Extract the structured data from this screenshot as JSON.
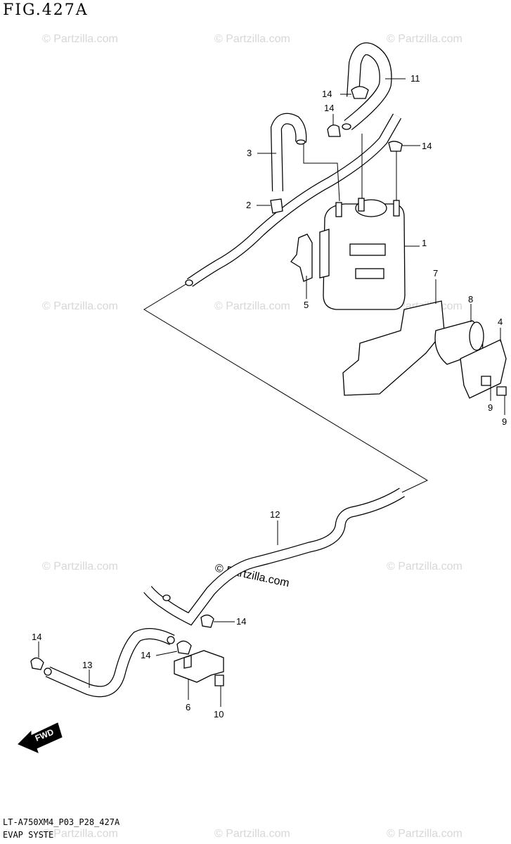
{
  "figure": {
    "title": "FIG.427A",
    "code": "LT-A750XM4_P03_P28_427A",
    "system": "EVAP SYSTE"
  },
  "watermark": {
    "text": "Partzilla.com",
    "main_text": "© Partzilla.com"
  },
  "callouts": [
    {
      "id": "1",
      "label": "1"
    },
    {
      "id": "2",
      "label": "2"
    },
    {
      "id": "3",
      "label": "3"
    },
    {
      "id": "4",
      "label": "4"
    },
    {
      "id": "5",
      "label": "5"
    },
    {
      "id": "6",
      "label": "6"
    },
    {
      "id": "7",
      "label": "7"
    },
    {
      "id": "8",
      "label": "8"
    },
    {
      "id": "9a",
      "label": "9"
    },
    {
      "id": "9b",
      "label": "9"
    },
    {
      "id": "10",
      "label": "10"
    },
    {
      "id": "11",
      "label": "11"
    },
    {
      "id": "12",
      "label": "12"
    },
    {
      "id": "13",
      "label": "13"
    },
    {
      "id": "14a",
      "label": "14"
    },
    {
      "id": "14b",
      "label": "14"
    },
    {
      "id": "14c",
      "label": "14"
    },
    {
      "id": "14d",
      "label": "14"
    },
    {
      "id": "14e",
      "label": "14"
    },
    {
      "id": "14f",
      "label": "14"
    }
  ],
  "fwd_arrow": {
    "label": "FWD"
  }
}
